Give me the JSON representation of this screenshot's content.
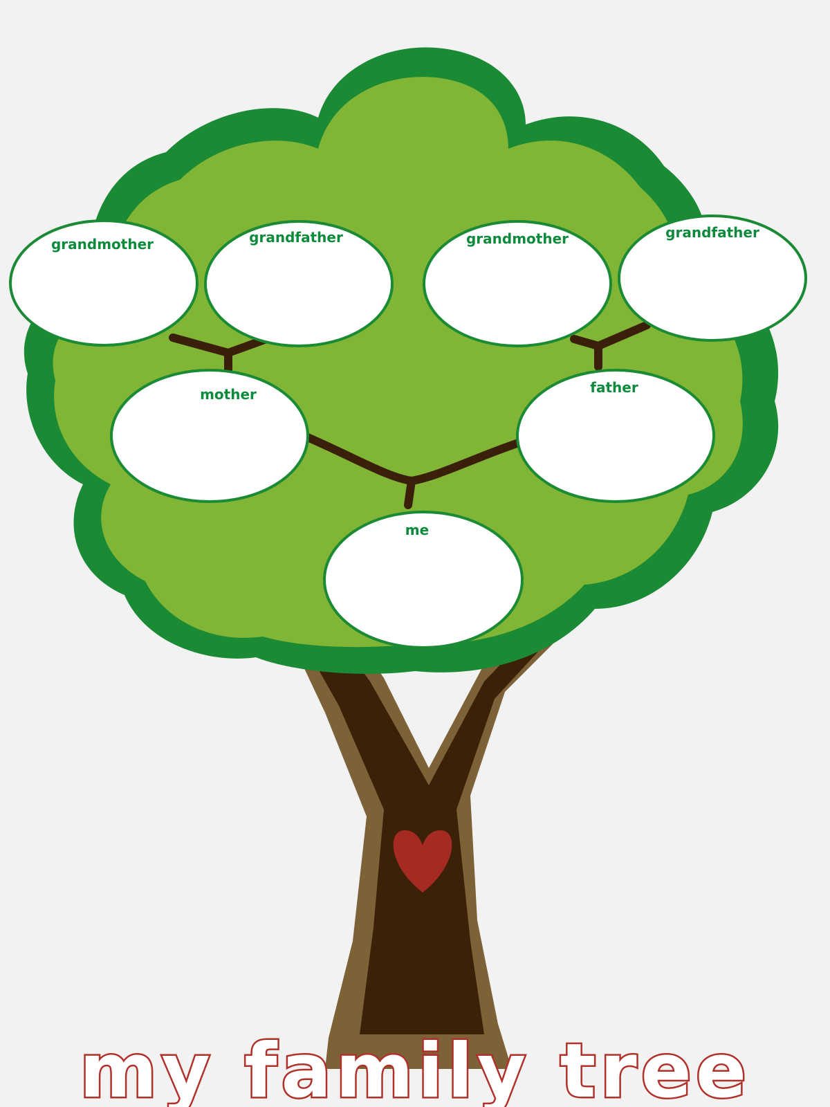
{
  "title": "my family tree",
  "nodes": {
    "grandmother_left": "grandmother",
    "grandfather_left": "grandfather",
    "grandmother_right": "grandmother",
    "grandfather_right": "grandfather",
    "mother": "mother",
    "father": "father",
    "me": "me"
  },
  "colors": {
    "canopy_light": "#80b535",
    "canopy_border": "#1a8a35",
    "branch": "#3a1f0a",
    "trunk_dark": "#3a2107",
    "trunk_light": "#7d6137",
    "heart": "#a52a22",
    "node_fill": "#ffffff",
    "label": "#0d8a3c",
    "title_outline": "#b0302a"
  }
}
